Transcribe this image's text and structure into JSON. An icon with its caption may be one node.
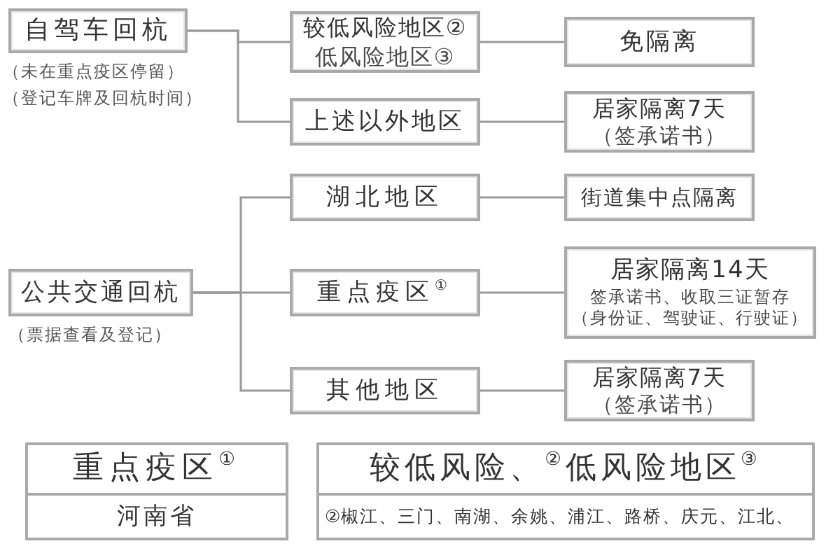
{
  "diagram": {
    "nodes": [
      {
        "text": [
          "自驾车回杭"
        ],
        "beside": [
          "（未在重点疫区停留）",
          "（登记车牌及回杭时间）"
        ]
      },
      {
        "text": [
          "较低风险地区②",
          "低风险地区③"
        ]
      },
      {
        "text": [
          "免隔离"
        ]
      },
      {
        "text": [
          "上述以外地区"
        ]
      },
      {
        "text": [
          "居家隔离7天",
          "（签承诺书）"
        ]
      },
      {
        "text": [
          "公共交通回杭"
        ],
        "beside": [
          "（票据查看及登记）"
        ]
      },
      {
        "text": [
          "湖北地区"
        ]
      },
      {
        "text": [
          "街道集中点隔离"
        ]
      },
      {
        "text": [
          "重点疫区$^{①}$"
        ]
      },
      {
        "text": [
          "居家隔离14天",
          "签承诺书、收取三证暂存",
          "（身份证、驾驶证、行驶证）"
        ]
      },
      {
        "text": [
          "其他地区"
        ]
      },
      {
        "text": [
          "居家隔离7天",
          "（签承诺书）"
        ]
      },
      {
        "text": [
          "重点疫区$^{①}$",
          "河南省"
        ]
      },
      {
        "text": [
          "较低风险、$^{②}$低风险地区$^{③}$",
          "②椒江、三门、南湖、余姚、浦江、路桥、庆元、江北、"
        ]
      }
    ],
    "edges": [
      {
        "from": 0,
        "to": 1,
        "arrow": "none"
      },
      {
        "from": 0,
        "to": 3,
        "arrow": "none"
      },
      {
        "from": 1,
        "to": 2,
        "arrow": "none"
      },
      {
        "from": 3,
        "to": 4,
        "arrow": "none"
      },
      {
        "from": 5,
        "to": 6,
        "arrow": "none"
      },
      {
        "from": 5,
        "to": 8,
        "arrow": "none"
      },
      {
        "from": 5,
        "to": 10,
        "arrow": "none"
      },
      {
        "from": 6,
        "to": 7,
        "arrow": "none"
      },
      {
        "from": 8,
        "to": 9,
        "arrow": "none"
      },
      {
        "from": 10,
        "to": 11,
        "arrow": "none"
      }
    ]
  }
}
